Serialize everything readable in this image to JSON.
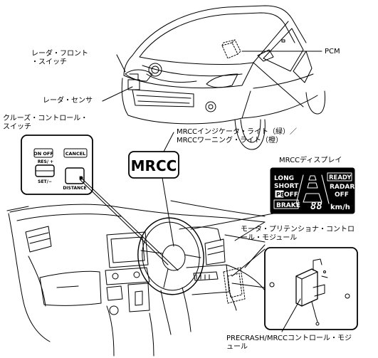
{
  "labels": {
    "radar_front_switch": [
      "レーダ・フロント",
      "・スイッチ"
    ],
    "radar_sensor": "レーダ・センサ",
    "cruise_switch": [
      "クルーズ・コントロール・",
      "スイッチ"
    ],
    "pcm": "PCM",
    "mrcc_indicator": [
      "MRCCインジケータ・ライト（緑）／",
      "MRCCワーニング・ライト（橙）"
    ],
    "mrcc_display": "MRCCディスプレイ",
    "motor_pretensioner": [
      "モータ・プリテンショナ・コントロ",
      "ール・モジュール"
    ],
    "precrash_module": [
      "PRECRASH/MRCCコントロール・モジ",
      "ュール"
    ]
  },
  "switch_panel": {
    "on_off": "ON OFF",
    "cancel": "CANCEL",
    "resume": "RES/ +",
    "set": "SET/−",
    "distance": "DISTANCE"
  },
  "indicator": "MRCC",
  "display": {
    "long": "LONG",
    "short": "SHORT",
    "pb_prefix": "PB",
    "off_left": "OFF",
    "brake": "BRAKE",
    "ready": "READY",
    "radar": "RADAR",
    "off_right": "OFF",
    "digits": "88",
    "unit": "km/h"
  }
}
